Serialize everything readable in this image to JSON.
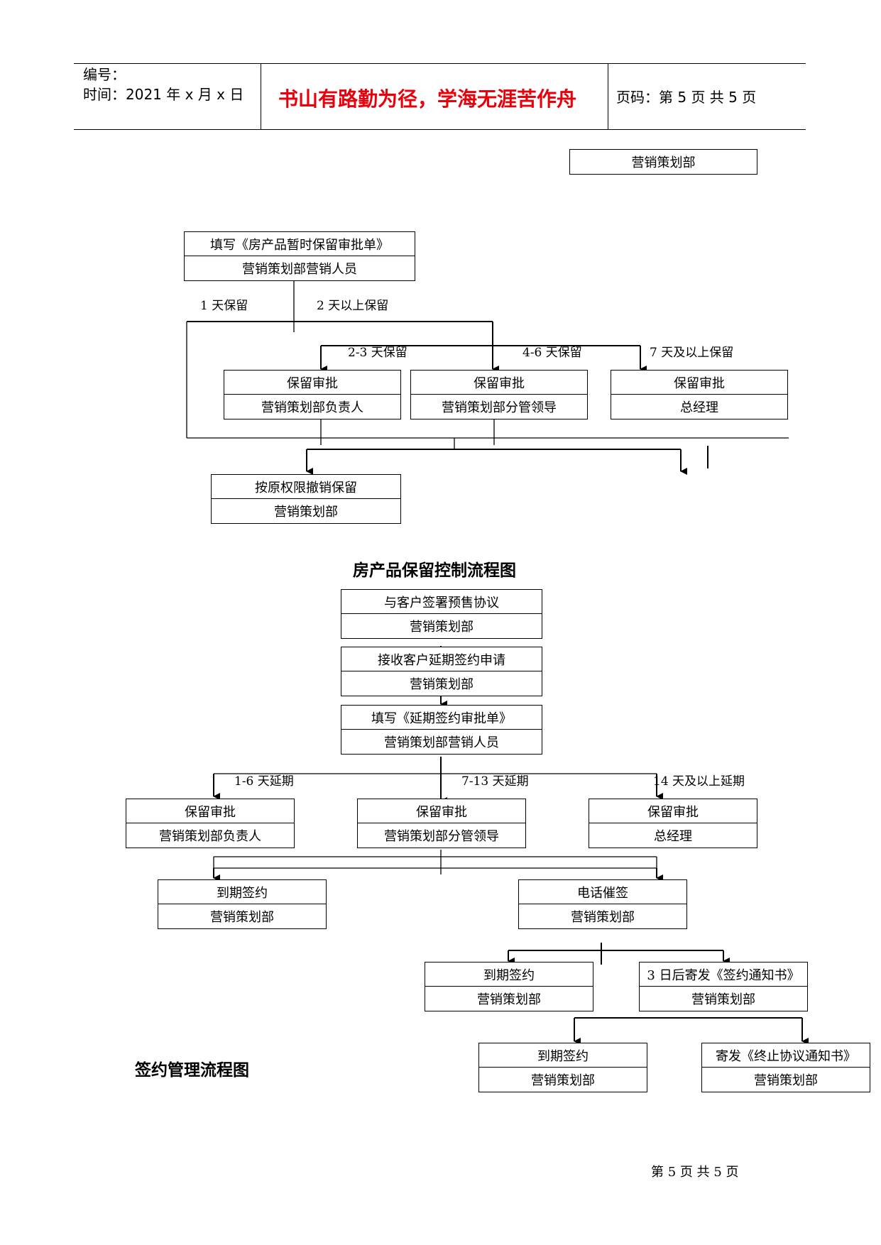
{
  "header": {
    "number_label": "编号：",
    "time_label": "时间：2021 年 x 月 x 日",
    "motto": "书山有路勤为径，学海无涯苦作舟",
    "page_code": "页码：第 5 页  共 5 页"
  },
  "top_box": "营销策划部",
  "reservation_flow": {
    "title": "房产品保留控制流程图",
    "start": {
      "line1": "填写《房产品暂时保留审批单》",
      "line2": "营销策划部营销人员"
    },
    "branch_left": "1 天保留",
    "branch_right": "2 天以上保留",
    "sub_labels": [
      "2-3 天保留",
      "4-6 天保留",
      "7 天及以上保留"
    ],
    "approvals": [
      {
        "line1": "保留审批",
        "line2": "营销策划部负责人"
      },
      {
        "line1": "保留审批",
        "line2": "营销策划部分管领导"
      },
      {
        "line1": "保留审批",
        "line2": "总经理"
      }
    ],
    "cancel": {
      "line1": "按原权限撤销保留",
      "line2": "营销策划部"
    }
  },
  "signing_flow": {
    "title": "签约管理流程图",
    "steps": [
      {
        "line1": "与客户签署预售协议",
        "line2": "营销策划部"
      },
      {
        "line1": "接收客户延期签约申请",
        "line2": "营销策划部"
      },
      {
        "line1": "填写《延期签约审批单》",
        "line2": "营销策划部营销人员"
      }
    ],
    "delay_labels": [
      "1-6 天延期",
      "7-13 天延期",
      "14 天及以上延期"
    ],
    "approvals": [
      {
        "line1": "保留审批",
        "line2": "营销策划部负责人"
      },
      {
        "line1": "保留审批",
        "line2": "营销策划部分管领导"
      },
      {
        "line1": "保留审批",
        "line2": "总经理"
      }
    ],
    "sign_due_1": {
      "line1": "到期签约",
      "line2": "营销策划部"
    },
    "phone_urge": {
      "line1": "电话催签",
      "line2": "营销策划部"
    },
    "sign_due_2": {
      "line1": "到期签约",
      "line2": "营销策划部"
    },
    "notice_send": {
      "line1": "3 日后寄发《签约通知书》",
      "line2": "营销策划部"
    },
    "sign_due_3": {
      "line1": "到期签约",
      "line2": "营销策划部"
    },
    "terminate": {
      "line1": "寄发《终止协议通知书》",
      "line2": "营销策划部"
    }
  },
  "footer": "第  5  页  共  5  页"
}
